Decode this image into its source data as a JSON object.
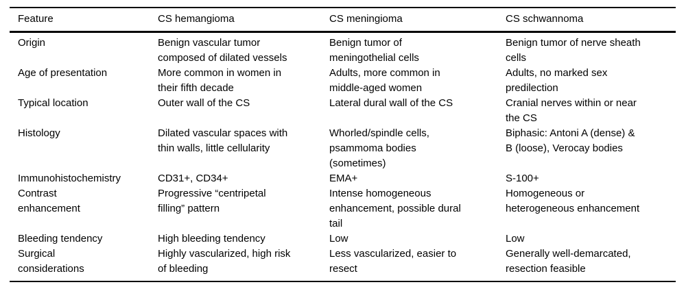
{
  "table": {
    "columns": [
      "Feature",
      "CS hemangioma",
      "CS meningioma",
      "CS schwannoma"
    ],
    "rows": [
      [
        "Origin",
        "Benign vascular tumor\ncomposed of dilated vessels",
        "Benign tumor of\nmeningothelial cells",
        "Benign tumor of nerve sheath\ncells"
      ],
      [
        "Age of presentation",
        "More common in women in\ntheir fifth decade",
        "Adults, more common in\nmiddle-aged women",
        "Adults, no marked sex\npredilection"
      ],
      [
        "Typical location",
        "Outer wall of the CS",
        "Lateral dural wall of the CS",
        "Cranial nerves within or near\nthe CS"
      ],
      [
        "Histology",
        "Dilated vascular spaces with\nthin walls, little cellularity",
        "Whorled/spindle cells,\npsammoma bodies\n(sometimes)",
        "Biphasic: Antoni A (dense) &\nB (loose), Verocay bodies"
      ],
      [
        "Immunohistochemistry",
        "CD31+, CD34+",
        "EMA+",
        "S-100+"
      ],
      [
        "Contrast\nenhancement",
        "Progressive “centripetal\nfilling” pattern",
        "Intense homogeneous\nenhancement, possible dural\ntail",
        "Homogeneous or\nheterogeneous enhancement"
      ],
      [
        "Bleeding tendency",
        "High bleeding tendency",
        "Low",
        "Low"
      ],
      [
        "Surgical\nconsiderations",
        "Highly vascularized, high risk\nof bleeding",
        "Less vascularized, easier to\nresect",
        "Generally well-demarcated,\nresection feasible"
      ]
    ],
    "colors": {
      "rule": "#000000",
      "text": "#000000",
      "background": "#ffffff"
    }
  }
}
